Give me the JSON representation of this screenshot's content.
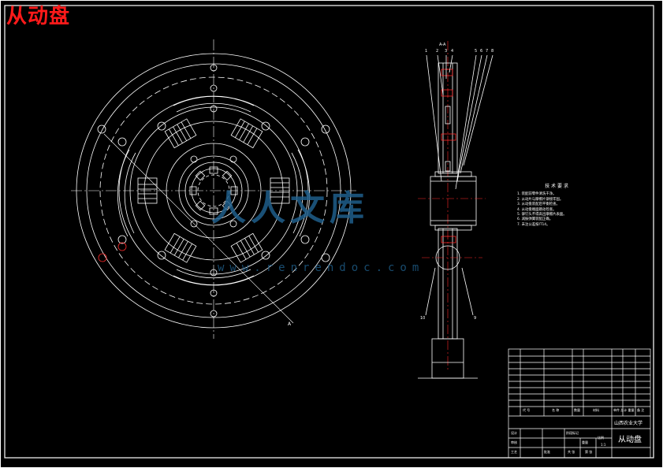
{
  "drawing": {
    "title": "从动盘",
    "section_label": "A-A",
    "views": [
      "front-view",
      "section-view"
    ],
    "colors": {
      "background": "#000000",
      "line": "#ffffff",
      "centerline": "#ff2a2a",
      "title": "#ff1a1a",
      "watermark": "#1f5f8b"
    }
  },
  "watermark": {
    "text": "人人文库",
    "sub": "www.renrendoc.com"
  },
  "technical_requirements": {
    "heading": "技 术 要 求",
    "items": [
      "1. 装配前零件清洗干净。",
      "2. 从动片与摩擦片铆接牢固。",
      "3. 从动盘装配后平衡检查。",
      "4. 从动盘端面跳动检查。",
      "5. 铆钉头不得高出摩擦片表面。",
      "6. 减振弹簧装配正确。",
      "7. 未注公差按IT14。"
    ]
  },
  "title_block": {
    "school": "山西农业大学",
    "drawing_name": "从动盘",
    "scale": "1:1",
    "header_labels": [
      "代 号",
      "名 称",
      "数量",
      "材料",
      "单件 总计 重量",
      "备 注"
    ],
    "bottom_labels": [
      "设计",
      "审核",
      "工艺",
      "批准",
      "标准化",
      "阶段标记",
      "重量",
      "比例",
      "共 张",
      "第 张"
    ]
  }
}
